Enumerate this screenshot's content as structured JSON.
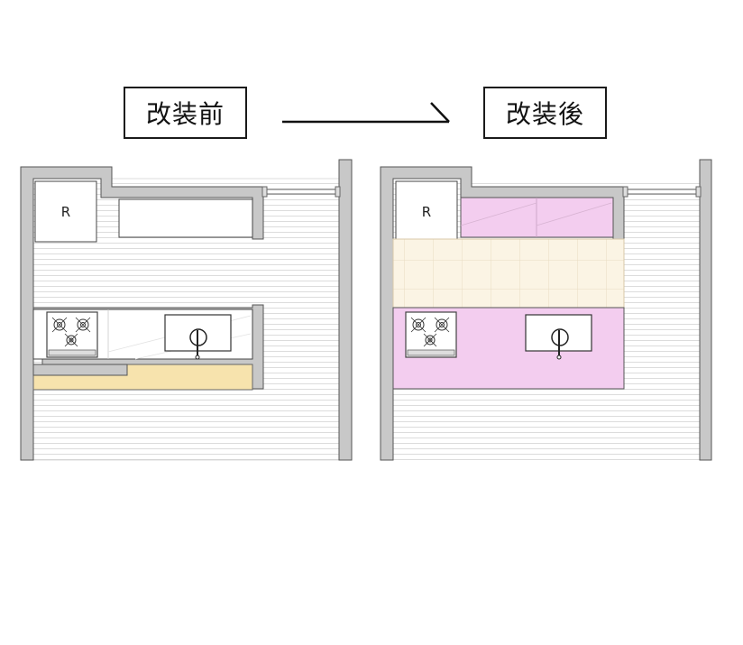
{
  "labels": {
    "before": "改装前",
    "after": "改装後"
  },
  "fixtures": {
    "fridge_before": "R",
    "fridge_after": "R"
  },
  "colors": {
    "wall": "#c8c8c8",
    "floor_line": "#dedede",
    "old_counter": "#f7e3ad",
    "new_cabinet": "#f3cdef",
    "new_tile": "#fbf4e4"
  }
}
